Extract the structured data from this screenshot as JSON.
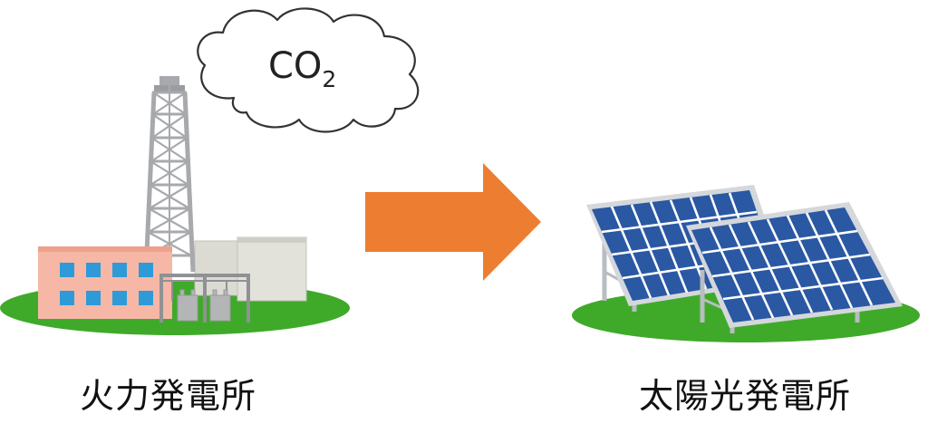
{
  "cloud": {
    "base": "CO",
    "subscript": "2"
  },
  "labels": {
    "left": "火力発電所",
    "right": "太陽光発電所"
  },
  "colors": {
    "arrow": "#ed7d31",
    "ground": "#3faa2a",
    "building_wall": "#f6b7a6",
    "window": "#2e9bd8",
    "tower": "#a7a9ac",
    "panel_cell": "#2a58a3",
    "panel_frame": "#d4d7db"
  },
  "icons": [
    "co2-cloud-icon",
    "thermal-power-plant-icon",
    "right-arrow-icon",
    "solar-power-plant-icon"
  ]
}
